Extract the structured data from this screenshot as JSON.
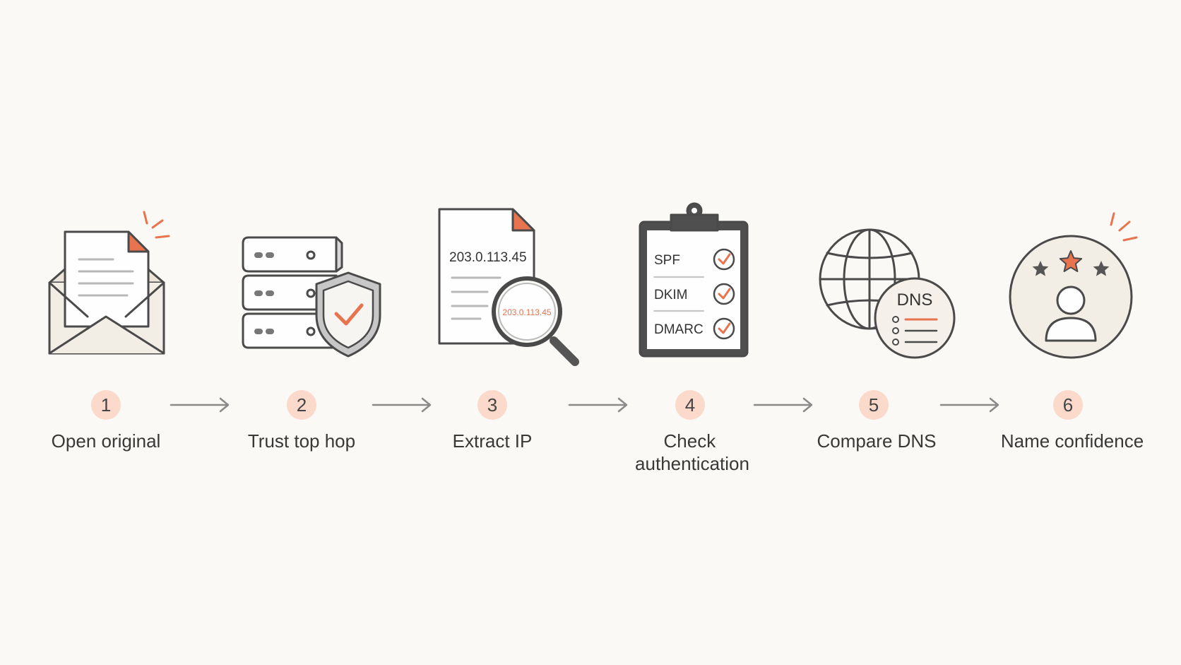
{
  "colors": {
    "background": "#fbf9f5",
    "stroke": "#4a4a4a",
    "accent": "#e8734f",
    "badge": "#fbd9cb",
    "light_fill": "#f2ede5",
    "white_fill": "#fefefe"
  },
  "steps": [
    {
      "number": "1",
      "label_lines": [
        "Open original"
      ],
      "icon": "open-envelope-icon"
    },
    {
      "number": "2",
      "label_lines": [
        "Trust top hop"
      ],
      "icon": "server-shield-icon"
    },
    {
      "number": "3",
      "label_lines": [
        "Extract IP"
      ],
      "icon": "magnify-ip-document-icon"
    },
    {
      "number": "4",
      "label_lines": [
        "Check",
        "authentication"
      ],
      "icon": "auth-clipboard-icon"
    },
    {
      "number": "5",
      "label_lines": [
        "Compare DNS"
      ],
      "icon": "globe-dns-icon"
    },
    {
      "number": "6",
      "label_lines": [
        "Name confidence"
      ],
      "icon": "rating-person-icon"
    }
  ],
  "icon_text": {
    "document_ip": "203.0.113.45",
    "magnified_ip": "203.0.113.45",
    "auth_checks": [
      "SPF",
      "DKIM",
      "DMARC"
    ],
    "dns_label": "DNS"
  }
}
